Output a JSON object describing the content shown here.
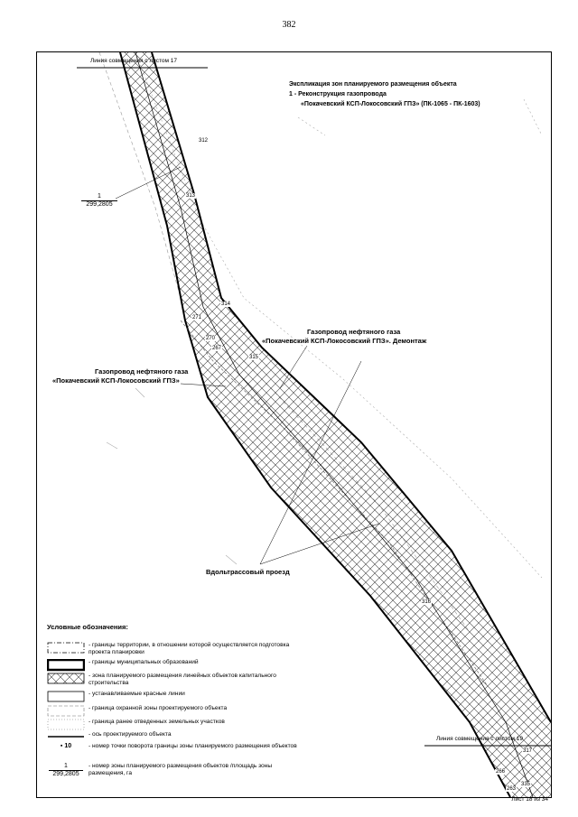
{
  "page_number": "382",
  "match_line_top": "Линия совмещения с листом 17",
  "match_line_bottom": "Линия совмещения с листом 19",
  "explication": {
    "title": "Экспликация зон планируемого размещения объекта",
    "item": "1 - Реконструкция газопровода",
    "item_detail": "«Покачевский КСП-Локосовский ГПЗ» (ПК-1065 - ПК-1603)"
  },
  "labels": {
    "pipeline_demolish_1": "Газопровод нефтяного газа",
    "pipeline_demolish_2": "«Покачевский КСП-Локосовский ГПЗ». Демонтаж",
    "pipeline_1": "Газопровод нефтяного газа",
    "pipeline_2": "«Покачевский КСП-Локосовский ГПЗ»",
    "road": "Вдольтрассовый проезд"
  },
  "zone_fraction": {
    "num": "1",
    "den": "299,2805"
  },
  "points": [
    "312",
    "313",
    "314",
    "315",
    "316",
    "317",
    "271",
    "270",
    "267",
    "266",
    "263",
    "335"
  ],
  "legend": {
    "title": "Условные обозначения:",
    "items": [
      "- границы территории, в отношении которой осуществляется подготовка проекта планировки",
      "- границы муниципальных образований",
      "- зона планируемого размещения линейных объектов капитального строительства",
      "- устанавливаемые красные линии",
      "- граница охранной зоны проектируемого объекта",
      "- граница ранее отведенных земельных участков",
      "- ось проектируемого объекта",
      "- номер точки поворота границы зоны планируемого размещения объектов",
      "- номер зоны планируемого размещения объектов /площадь зоны размещения, га"
    ],
    "point_sample": "10",
    "frac_num": "1",
    "frac_den": "299,2805"
  },
  "sheet": "Лист 18 из 34"
}
